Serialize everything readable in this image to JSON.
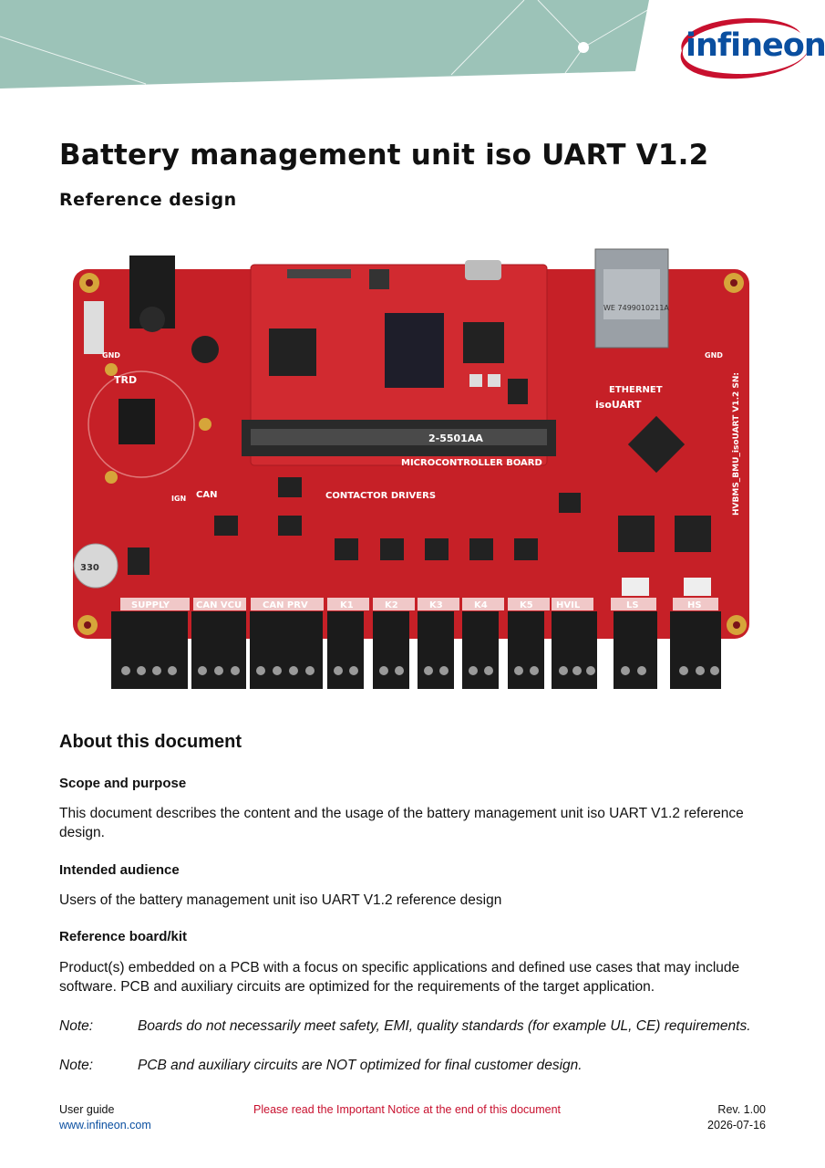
{
  "brand": {
    "logo_text": "infineon",
    "accent": "#c8102e",
    "blue": "#0a4fa0",
    "band": "#9cc3b8"
  },
  "title": "Battery management unit iso UART V1.2",
  "subtitle": "Reference design",
  "board": {
    "labels": {
      "trd": "TRD",
      "can": "CAN",
      "ign": "IGN",
      "contactor": "CONTACTOR DRIVERS",
      "mcu_board": "MICROCONTROLLER BOARD",
      "ethernet": "ETHERNET",
      "isouart": "isoUART",
      "gnd": "GND",
      "side": "HVBMS_BMU_isoUART V1.2   SN:",
      "eth_part": "WE 7499010211A",
      "te_part": "2-5501AA",
      "connectors": [
        "SUPPLY",
        "CAN VCU",
        "CAN PRV",
        "K1",
        "K2",
        "K3",
        "K4",
        "K5",
        "HVIL",
        "LS",
        "HS"
      ],
      "cap": "330"
    }
  },
  "about": {
    "heading": "About this document",
    "scope_h": "Scope and purpose",
    "scope_p": "This document describes the content and the usage of the battery management unit iso UART V1.2 reference design.",
    "audience_h": "Intended audience",
    "audience_p": "Users of the battery management unit iso UART V1.2 reference design",
    "kit_h": "Reference board/kit",
    "kit_p": "Product(s) embedded on a PCB with a focus on specific applications and defined use cases that may include software. PCB and auxiliary circuits are optimized for the requirements of the target application.",
    "notes": [
      {
        "label": "Note:",
        "text": "Boards do not necessarily meet safety, EMI, quality standards (for example UL, CE) requirements."
      },
      {
        "label": "Note:",
        "text": "PCB and auxiliary circuits are NOT optimized for final customer design."
      }
    ]
  },
  "footer": {
    "doc_type": "User guide",
    "url": "www.infineon.com",
    "notice": "Please read the Important Notice at the end of this document",
    "rev": "Rev. 1.00",
    "date": "2026-07-16"
  }
}
